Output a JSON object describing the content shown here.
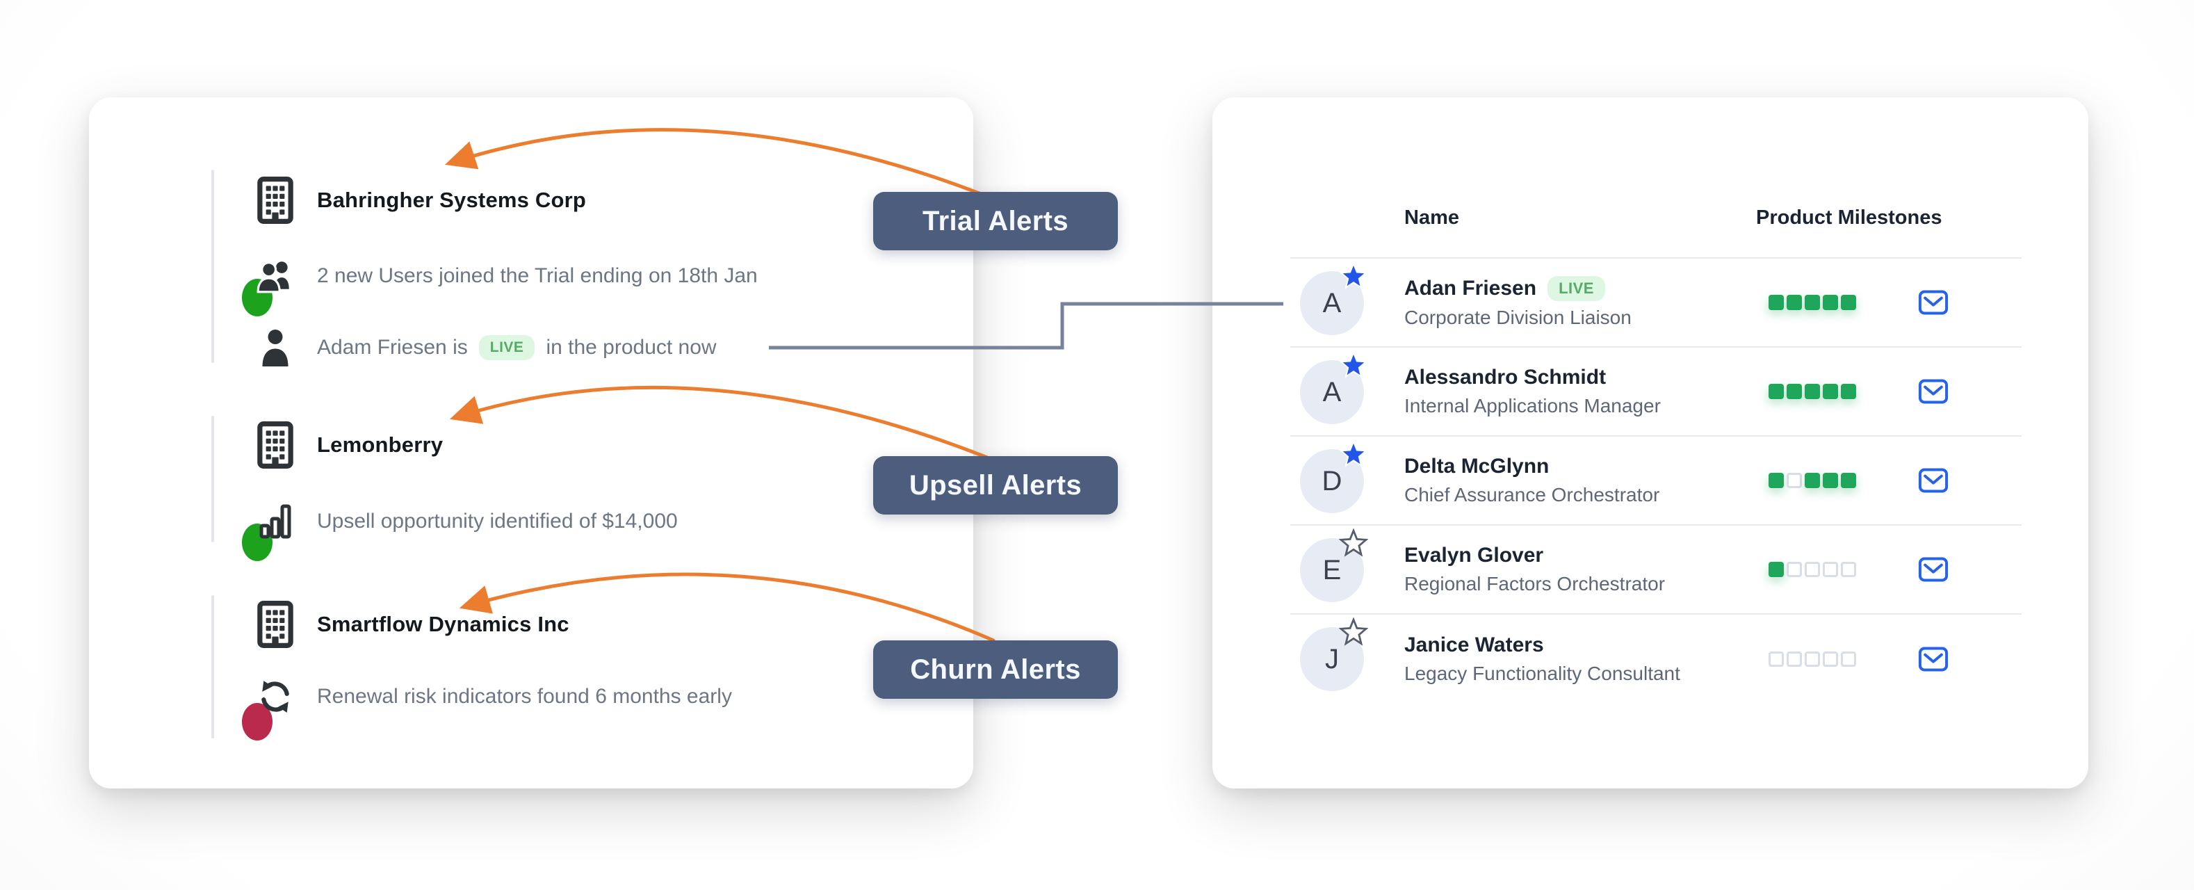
{
  "colors": {
    "arrow_orange": "#ed7d2e",
    "connector_gray": "#76839b",
    "badge_bg": "#4d5d7e",
    "badge_text": "#f5f8fc",
    "green_status": "#1ca21c",
    "red_status": "#b92a4d",
    "live_bg": "#def7e2",
    "live_text": "#56ab64",
    "milestone_on": "#1fa65a",
    "milestone_off_border": "#d8dde7",
    "mail_blue": "#2563eb",
    "avatar_bg": "#e7ecf4",
    "avatar_text": "#39414f",
    "star_blue": "#2156e8",
    "star_outline": "#565e6c",
    "title_dark": "#14191f",
    "text_gray": "#6d7684",
    "icon_dark": "#2e3338",
    "rule_gray": "#e7e9ee"
  },
  "left_panel": {
    "alerts": [
      {
        "status": "green",
        "company": "Bahringher Systems Corp",
        "events": [
          {
            "icon": "users-icon",
            "text": "2 new Users joined the Trial ending on 18th Jan"
          },
          {
            "icon": "person-icon",
            "text_before": "Adam Friesen is",
            "badge": "LIVE",
            "text_after": "in the product now"
          }
        ]
      },
      {
        "status": "green",
        "company": "Lemonberry",
        "events": [
          {
            "icon": "bar-chart-icon",
            "text": "Upsell opportunity identified of $14,000"
          }
        ]
      },
      {
        "status": "red",
        "company": "Smartflow Dynamics Inc",
        "events": [
          {
            "icon": "renewal-icon",
            "text": "Renewal risk indicators found 6 months early"
          }
        ]
      }
    ]
  },
  "badges": [
    {
      "label": "Trial Alerts"
    },
    {
      "label": "Upsell Alerts"
    },
    {
      "label": "Churn Alerts"
    }
  ],
  "table": {
    "columns": [
      "Name",
      "Product Milestones"
    ],
    "rows": [
      {
        "initial": "A",
        "starred": true,
        "name": "Adan Friesen",
        "live": "LIVE",
        "role": "Corporate Division Liaison",
        "milestones": [
          1,
          1,
          1,
          1,
          1
        ]
      },
      {
        "initial": "A",
        "starred": true,
        "name": "Alessandro Schmidt",
        "live": null,
        "role": "Internal Applications Manager",
        "milestones": [
          1,
          1,
          1,
          1,
          1
        ]
      },
      {
        "initial": "D",
        "starred": true,
        "name": "Delta McGlynn",
        "live": null,
        "role": "Chief Assurance Orchestrator",
        "milestones": [
          1,
          0,
          1,
          1,
          1
        ]
      },
      {
        "initial": "E",
        "starred": false,
        "name": "Evalyn Glover",
        "live": null,
        "role": "Regional Factors Orchestrator",
        "milestones": [
          1,
          0,
          0,
          0,
          0
        ]
      },
      {
        "initial": "J",
        "starred": false,
        "name": "Janice Waters",
        "live": null,
        "role": "Legacy Functionality Consultant",
        "milestones": [
          0,
          0,
          0,
          0,
          0
        ]
      }
    ]
  }
}
